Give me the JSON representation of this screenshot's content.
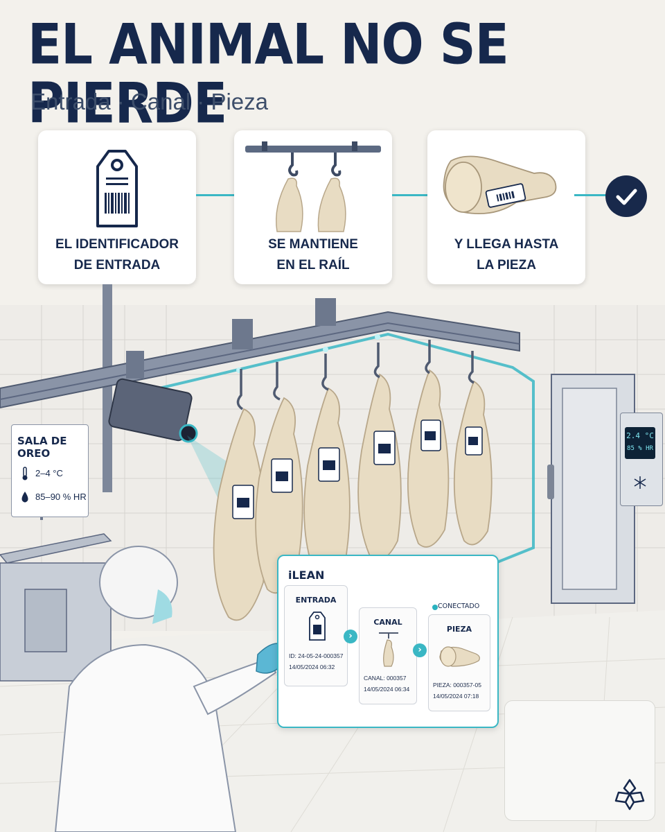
{
  "header": {
    "title": "EL ANIMAL NO SE PIERDE",
    "subtitle": "Entrada · Canal · Pieza"
  },
  "steps": [
    {
      "label": "EL IDENTIFICADOR\nDE ENTRADA",
      "icon": "tag-barcode-icon"
    },
    {
      "label": "SE MANTIENE\nEN EL RAÍL",
      "icon": "rail-hooks-icon"
    },
    {
      "label": "Y LLEGA HASTA\nLA PIEZA",
      "icon": "ham-piece-icon"
    }
  ],
  "sign": {
    "title": "SALA DE OREO",
    "temperature": "2–4 °C",
    "humidity": "85–90 % HR"
  },
  "thermostat": {
    "temperature": "2.4 °C",
    "humidity": "85 % HR"
  },
  "panel": {
    "brand": "iLEAN",
    "status": "CONECTADO",
    "stages": [
      {
        "title": "ENTRADA",
        "line1": "ID: 24-05-24-000357",
        "line2": "14/05/2024 06:32"
      },
      {
        "title": "CANAL",
        "line1": "CANAL: 000357",
        "line2": "14/05/2024 06:34"
      },
      {
        "title": "PIEZA",
        "line1": "PIEZA: 000357-05",
        "line2": "14/05/2024 07:18"
      }
    ]
  },
  "colors": {
    "navy": "#16284c",
    "accent": "#3ab7c4",
    "background": "#f3f1ec",
    "carcass": "#e8dcc3"
  }
}
